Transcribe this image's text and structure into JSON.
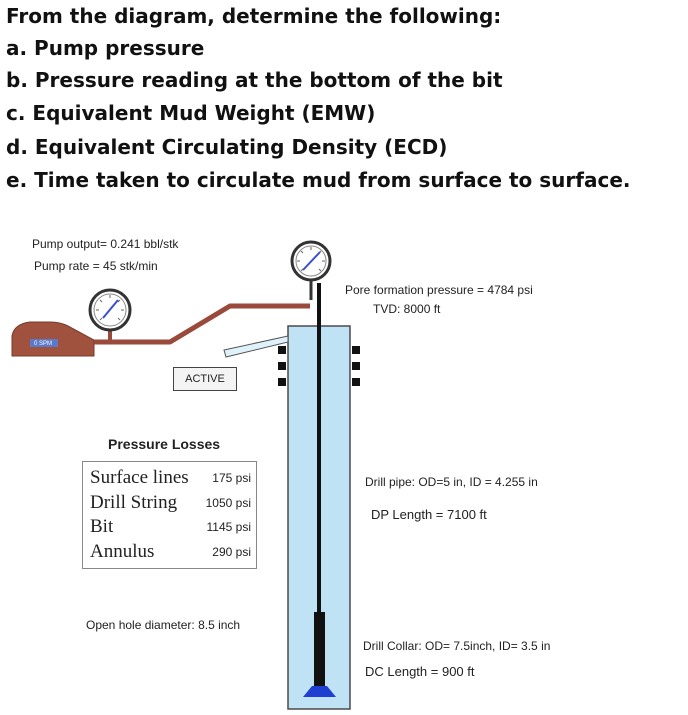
{
  "questions": {
    "intro": "From the diagram, determine the following:",
    "a": "a. Pump pressure",
    "b": "b. Pressure reading at the bottom of the bit",
    "c": "c. Equivalent Mud Weight (EMW)",
    "d": "d. Equivalent Circulating Density (ECD)",
    "e": "e. Time taken to circulate mud from surface to surface."
  },
  "pump": {
    "output": "Pump output= 0.241 bbl/stk",
    "rate": "Pump rate = 45 stk/min",
    "spm": "0 SPM"
  },
  "pore": {
    "pressure": "Pore formation pressure = 4784 psi",
    "tvd": "TVD: 8000 ft"
  },
  "tank": {
    "label": "ACTIVE"
  },
  "pressure_losses": {
    "title": "Pressure Losses",
    "rows": [
      {
        "name": "Surface lines",
        "value": "175 psi"
      },
      {
        "name": "Drill String",
        "value": "1050 psi"
      },
      {
        "name": "Bit",
        "value": "1145 psi"
      },
      {
        "name": "Annulus",
        "value": "290 psi"
      }
    ]
  },
  "drill_pipe": {
    "spec": "Drill pipe: OD=5 in, ID = 4.255 in",
    "length": "DP Length = 7100 ft"
  },
  "open_hole": {
    "diameter": "Open hole diameter: 8.5 inch"
  },
  "drill_collar": {
    "spec": "Drill Collar: OD= 7.5inch, ID= 3.5 in",
    "length": "DC Length = 900 ft"
  },
  "colors": {
    "pump": "#a0523f",
    "pipe_line": "#9a4a3a",
    "wellbore_fill": "#bfe3f4",
    "wellbore_border": "#4a4a4a",
    "bit": "#1f3fd0",
    "gauge_needle": "#3a4fcf"
  }
}
